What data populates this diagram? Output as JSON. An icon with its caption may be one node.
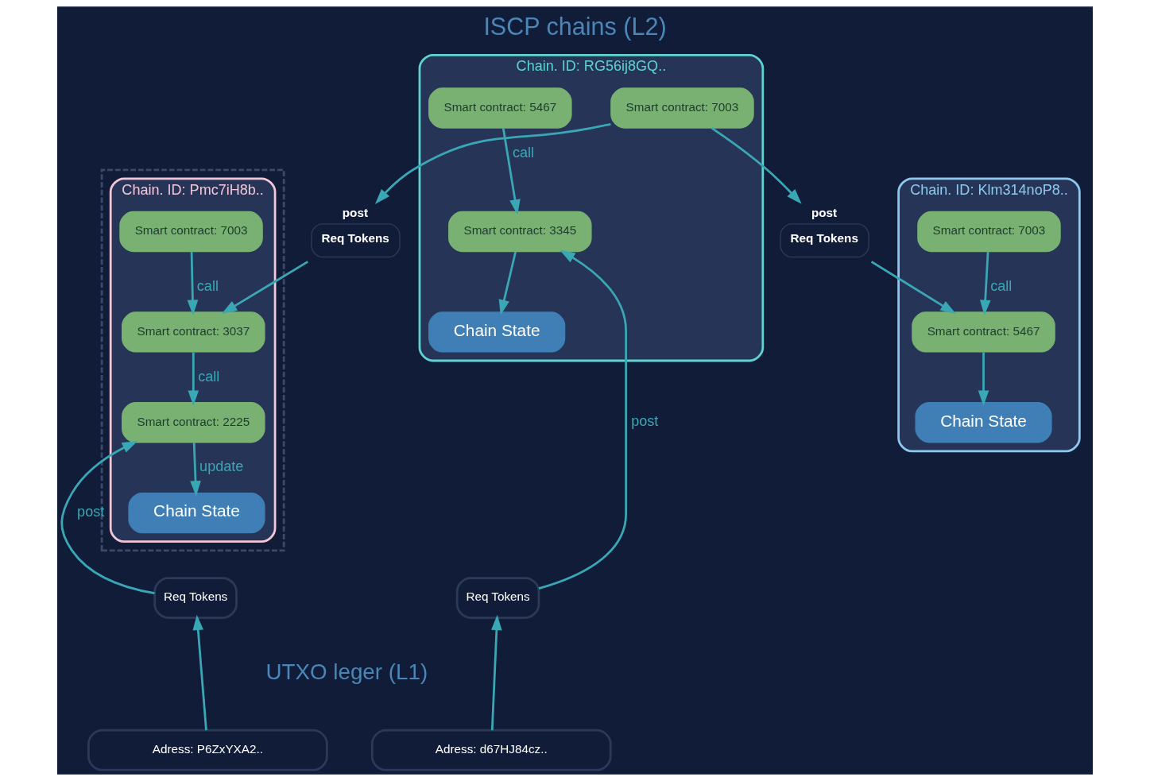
{
  "diagram": {
    "title": "ISCP chains (L2)",
    "nodes": [
      {
        "text": [],
        "shape": "box"
      },
      {
        "text": [
          "Chain. ID: Pmc7iH8b.."
        ],
        "in": 0
      },
      {
        "text": [
          "Smart contract: 7003"
        ],
        "in": 1
      },
      {
        "text": [
          "Smart contract: 3037"
        ],
        "in": 1
      },
      {
        "text": [
          "Smart contract: 2225"
        ],
        "in": 1
      },
      {
        "text": [
          "Chain State"
        ],
        "in": 1
      },
      {
        "text": [
          "post",
          "Req Tokens"
        ]
      },
      {
        "text": [
          "Chain. ID: RG56ij8GQ.."
        ]
      },
      {
        "text": [
          "Smart contract: 7003"
        ],
        "in": 7
      },
      {
        "text": [
          "Smart contract: 5467"
        ],
        "in": 7
      },
      {
        "text": [
          "Smart contract: 3345"
        ],
        "in": 7
      },
      {
        "text": [
          "Chain State"
        ],
        "in": 7
      },
      {
        "text": [
          "post",
          "Req Tokens"
        ]
      },
      {
        "text": [
          "Chain. ID: Klm314noP8.."
        ]
      },
      {
        "text": [
          "Smart contract: 7003"
        ],
        "in": 13
      },
      {
        "text": [
          "Smart contract: 5467"
        ],
        "in": 13
      },
      {
        "text": [
          "Chain State"
        ],
        "in": 13
      },
      {
        "text": [
          "Req Tokens"
        ]
      },
      {
        "text": [
          "Req Tokens"
        ]
      },
      {
        "text": [
          "Adress: P6ZxYXA2.."
        ]
      },
      {
        "text": [
          "Adress: d67HJ84cz.."
        ]
      }
    ],
    "edges": [
      {
        "from": 2,
        "to": 3,
        "arrow": "to",
        "label": "call"
      },
      {
        "from": 3,
        "to": 4,
        "arrow": "to",
        "label": "call"
      },
      {
        "from": 6,
        "to": 3,
        "arrow": "to"
      },
      {
        "from": 8,
        "to": 6,
        "arrow": "to"
      },
      {
        "from": 8,
        "to": 12,
        "arrow": "to"
      },
      {
        "from": 12,
        "to": 15,
        "arrow": "to"
      },
      {
        "from": 14,
        "to": 15,
        "arrow": "to",
        "label": "call"
      },
      {
        "from": 15,
        "to": 16,
        "arrow": "to"
      },
      {
        "from": 9,
        "to": 10,
        "arrow": "to",
        "label": "call"
      },
      {
        "from": 10,
        "to": 11,
        "arrow": "to"
      },
      {
        "from": 4,
        "to": 5,
        "arrow": "to",
        "label": "update"
      },
      {
        "from": 17,
        "to": 4,
        "arrow": "to",
        "label": "post"
      },
      {
        "from": 18,
        "to": 10,
        "arrow": "to",
        "label": "post"
      },
      {
        "from": 19,
        "to": 17,
        "arrow": "to"
      },
      {
        "from": 20,
        "to": 18,
        "arrow": "to"
      }
    ],
    "labels": [
      "UTXO leger (L1)"
    ]
  }
}
